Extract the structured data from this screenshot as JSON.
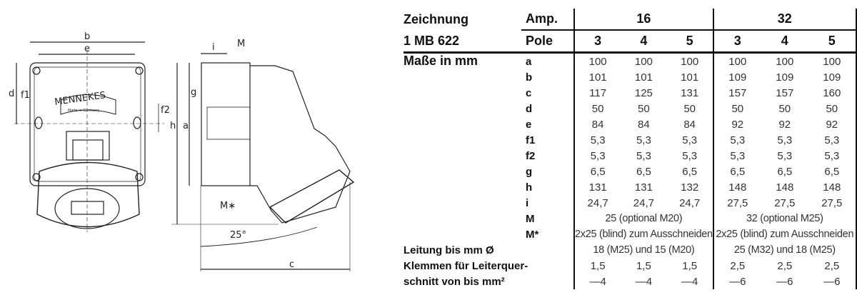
{
  "drawing": {
    "brand_logo": "MENNEKES",
    "brand_sub": "Made in Germany",
    "labels": {
      "b": "b",
      "e": "e",
      "d": "d",
      "f1": "f1",
      "f2": "f2",
      "h": "h",
      "a": "a",
      "i": "i",
      "M": "M",
      "g": "g",
      "Mstar": "M∗",
      "angle": "25°",
      "c": "c"
    }
  },
  "table": {
    "drawing_label": "Zeichnung",
    "drawing_number": "1 MB 622",
    "amp_label": "Amp.",
    "pole_label": "Pole",
    "amps": [
      "16",
      "32"
    ],
    "poles": [
      "3",
      "4",
      "5",
      "3",
      "4",
      "5"
    ],
    "dims_label": "Maße in mm",
    "rows": [
      {
        "key": "a",
        "values": [
          "100",
          "100",
          "100",
          "100",
          "100",
          "100"
        ]
      },
      {
        "key": "b",
        "values": [
          "101",
          "101",
          "101",
          "109",
          "109",
          "109"
        ]
      },
      {
        "key": "c",
        "values": [
          "117",
          "125",
          "131",
          "157",
          "157",
          "160"
        ]
      },
      {
        "key": "d",
        "values": [
          "50",
          "50",
          "50",
          "50",
          "50",
          "50"
        ]
      },
      {
        "key": "e",
        "values": [
          "84",
          "84",
          "84",
          "92",
          "92",
          "92"
        ]
      },
      {
        "key": "f1",
        "values": [
          "5,3",
          "5,3",
          "5,3",
          "5,3",
          "5,3",
          "5,3"
        ]
      },
      {
        "key": "f2",
        "values": [
          "5,3",
          "5,3",
          "5,3",
          "5,3",
          "5,3",
          "5,3"
        ]
      },
      {
        "key": "g",
        "values": [
          "6,5",
          "6,5",
          "6,5",
          "6,5",
          "6,5",
          "6,5"
        ]
      },
      {
        "key": "h",
        "values": [
          "131",
          "131",
          "132",
          "148",
          "148",
          "148"
        ]
      },
      {
        "key": "i",
        "values": [
          "24,7",
          "24,7",
          "24,7",
          "27,5",
          "27,5",
          "27,5"
        ]
      }
    ],
    "row_M": {
      "key": "M",
      "values": [
        "25 (optional M20)",
        "32 (optional M25)"
      ]
    },
    "row_Mstar": {
      "key": "M*",
      "values": [
        "2x25 (blind) zum Ausschneiden",
        "2x25 (blind) zum Ausschneiden"
      ]
    },
    "row_leitung": {
      "label": "Leitung bis mm Ø",
      "values": [
        "18 (M25) und 15 (M20)",
        "25 (M32) und 18 (M25)"
      ]
    },
    "row_klemmen": {
      "label": "Klemmen für Leiterquer-",
      "values": [
        "1,5",
        "1,5",
        "1,5",
        "2,5",
        "2,5",
        "2,5"
      ]
    },
    "row_schnitt": {
      "label": "schnitt von bis mm²",
      "values": [
        "—4",
        "—4",
        "—4",
        "—6",
        "—6",
        "—6"
      ]
    }
  }
}
